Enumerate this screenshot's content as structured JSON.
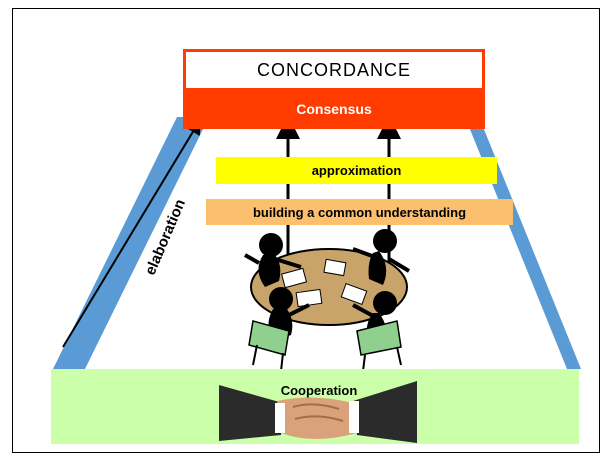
{
  "diagram": {
    "top_box": {
      "title": "CONCORDANCE",
      "subtitle": "Consensus"
    },
    "layers": [
      {
        "label": "approximation",
        "color": "#ffff00"
      },
      {
        "label": "building a common understanding",
        "color": "#fbbf6e"
      }
    ],
    "base": {
      "label": "Cooperation",
      "color": "#ccffaa"
    },
    "side_arrow": {
      "label": "elaboration",
      "color": "#5b9bd5"
    },
    "colors": {
      "accent": "#ff3b00",
      "side_bars": "#5b9bd5"
    },
    "images": [
      "meeting-around-table-illustration",
      "handshake-photo"
    ]
  }
}
